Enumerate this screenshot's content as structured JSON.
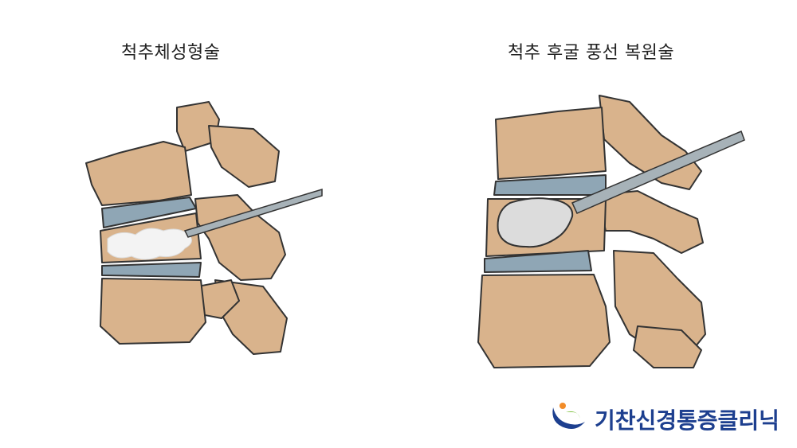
{
  "panels": {
    "left": {
      "title": "척추체성형술"
    },
    "right": {
      "title": "척추 후굴 풍선 복원술"
    }
  },
  "logo": {
    "name": "기찬신경통증클리닉"
  },
  "colors": {
    "bone": "#d9b38c",
    "bone_shadow": "#b98f65",
    "disc": "#8fa6b5",
    "outline": "#333333",
    "cement": "#f3f3f3",
    "balloon": "#dcdcdc",
    "needle": "#a7b2b8",
    "logo_blue": "#1d3f8f",
    "logo_green": "#7cbf3a"
  }
}
